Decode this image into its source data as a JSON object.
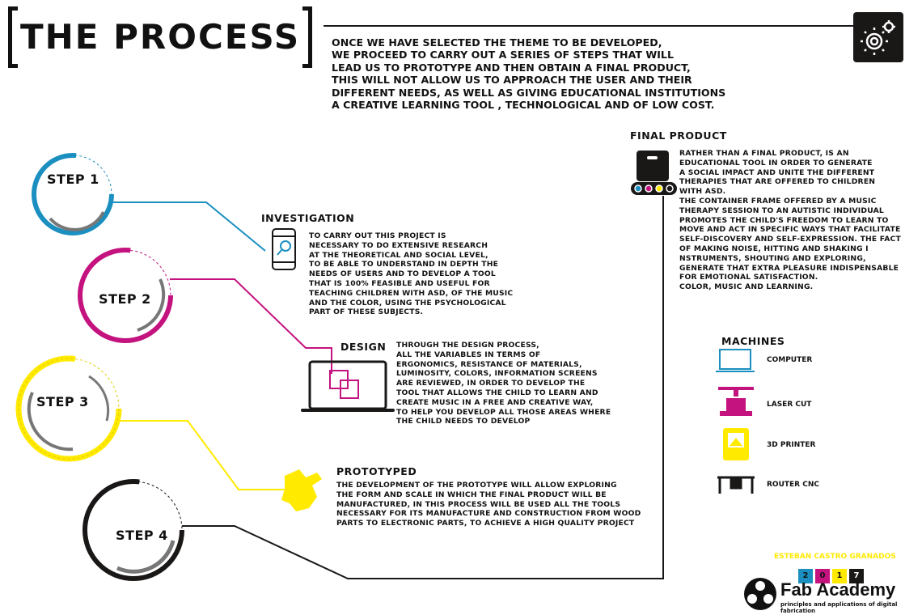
{
  "title": "THE PROCESS",
  "intro_lines": [
    "Once we have selected the theme to be developed,",
    "we proceed to carry out a series of steps that will",
    "lead us to prototype and then obtain a final product,",
    "this will not allow us to approach the user and their",
    "different needs, as well as giving educational institutions",
    "a creative learning tool , technological and of low cost."
  ],
  "steps": [
    {
      "label": "STEP 1",
      "color": "#1a8fc0"
    },
    {
      "label": "STEP 2",
      "color": "#c4127f"
    },
    {
      "label": "STEP 3",
      "color": "#ffea00"
    },
    {
      "label": "STEP 4",
      "color": "#1a1717"
    }
  ],
  "investigation": {
    "heading": "Investigation",
    "lines": [
      "To carry out this project is",
      "necessary to do extensive research",
      "at the theoretical and social level,",
      "to be able to understand in depth the",
      "needs of users and to develop a tool",
      "that is 100% feasible and useful for",
      "teaching children with ASD, of the music",
      "and the color, using the psychological",
      "part of these subjects."
    ]
  },
  "design": {
    "heading": "Design",
    "lines": [
      "Through the design process,",
      "all the variables in terms of",
      "ergonomics, resistance of materials,",
      "luminosity, colors, information screens",
      "are reviewed, in order to develop the",
      "tool that allows the child to learn and",
      "create music in a free and creative way,",
      "to help you develop all those areas where",
      "the child needs to develop"
    ]
  },
  "prototyped": {
    "heading": "Prototyped",
    "lines": [
      "The development of the prototype will allow exploring",
      "the form and scale in which the final product will be",
      "manufactured, in this process will be used all the tools",
      "necessary for its manufacture and construction from wood",
      "parts to electronic parts, to achieve a high quality project"
    ]
  },
  "final_product": {
    "heading": "Final Product",
    "lines": [
      "Rather than a final product, is an",
      "educational tool in order to generate",
      "a social impact and unite the different",
      "therapies that are offered to children",
      "with ASD.",
      "The container frame offered by a music",
      "therapy session to an autistic individual",
      "promotes the child's freedom to learn to",
      "move and act in specific ways that facilitate",
      "self-discovery and self-expression. The fact",
      "of making noise, hitting and shaking i",
      "nstruments, shouting and exploring,",
      "generate that extra pleasure indispensable",
      "for emotional satisfaction.",
      "Color, music and learning."
    ]
  },
  "machines": {
    "heading": "Machines",
    "items": [
      "Computer",
      "Laser cut",
      "3D printer",
      "Router CNC"
    ]
  },
  "footer": {
    "author": "ESTEBAN CASTRO GRANADOS",
    "year_digits": [
      "2",
      "0",
      "1",
      "7"
    ],
    "brand": "Fab Academy",
    "tagline": "principles and applications of digital fabrication"
  }
}
